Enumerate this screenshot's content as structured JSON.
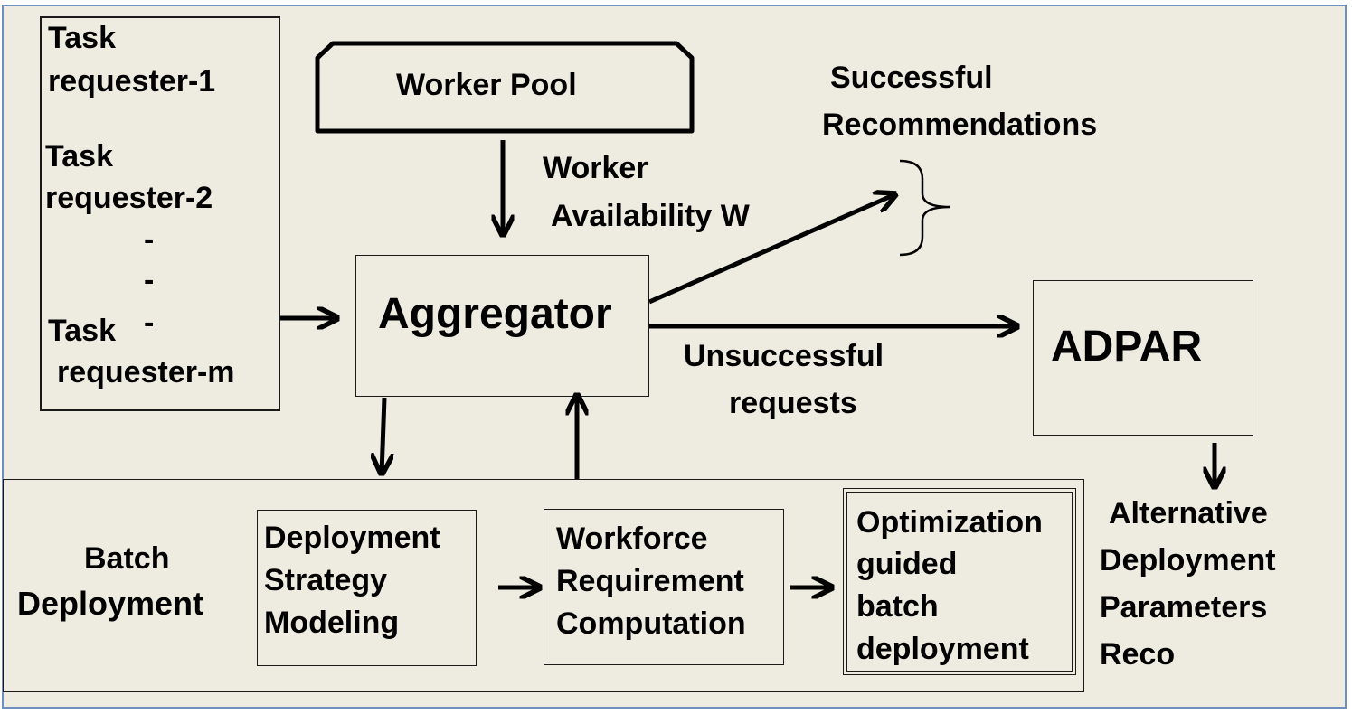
{
  "requesters": {
    "req1_line1": "Task",
    "req1_line2": "requester-1",
    "req2_line1": "Task",
    "req2_line2": "requester-2",
    "dash1": "-",
    "dash2": "-",
    "dash3": "-",
    "reqm_line1": "Task",
    "reqm_line2": "requester-m"
  },
  "worker_pool": {
    "label": "Worker Pool"
  },
  "worker_availability": {
    "line1": "Worker",
    "line2": "Availability W"
  },
  "aggregator": {
    "label": "Aggregator"
  },
  "successful": {
    "line1": "Successful",
    "line2": "Recommendations"
  },
  "unsuccessful": {
    "line1": "Unsuccessful",
    "line2": "requests"
  },
  "adpar": {
    "label": "ADPAR"
  },
  "alternative": {
    "line1": "Alternative",
    "line2": "Deployment",
    "line3": "Parameters",
    "line4": "Reco"
  },
  "batch": {
    "title_line1": "Batch",
    "title_line2": "Deployment",
    "strategy": {
      "line1": "Deployment",
      "line2": "Strategy",
      "line3": "Modeling"
    },
    "workforce": {
      "line1": "Workforce",
      "line2": "Requirement",
      "line3": "Computation"
    },
    "optimization": {
      "line1": "Optimization",
      "line2": "guided",
      "line3": "batch",
      "line4": "deployment"
    }
  }
}
